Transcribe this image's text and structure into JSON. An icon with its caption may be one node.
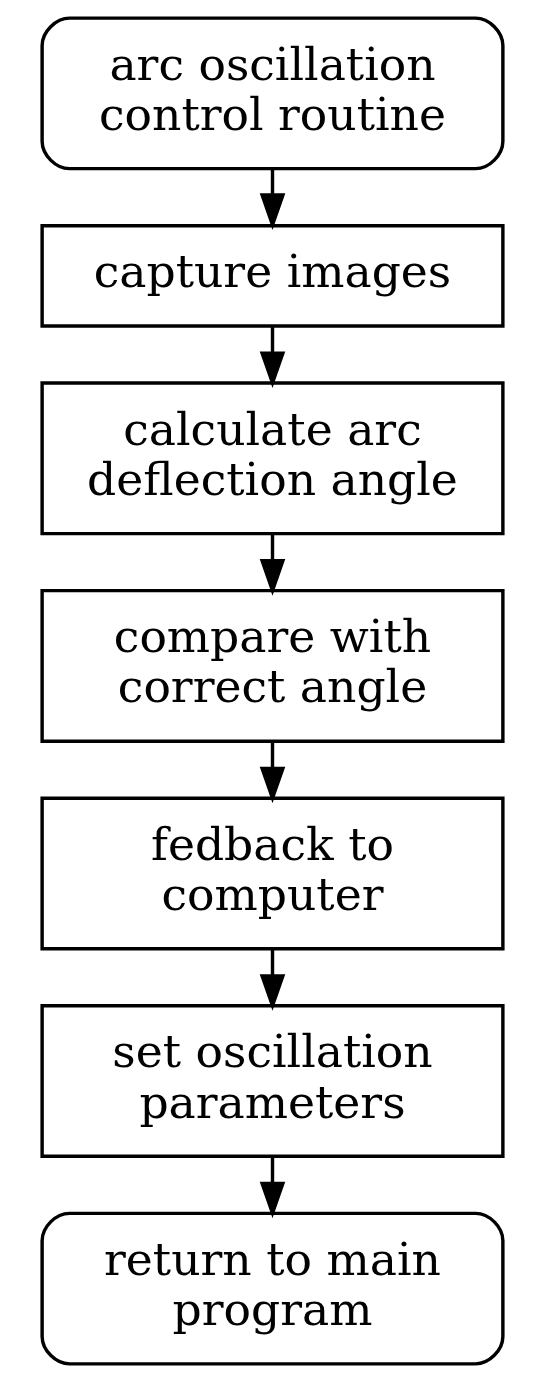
{
  "diagram": {
    "nodes": [
      {
        "text": [
          "arc oscillation control routine"
        ]
      },
      {
        "text": [
          "capture images"
        ]
      },
      {
        "text": [
          "calculate arc deflection angle"
        ]
      },
      {
        "text": [
          "compare with correct angle"
        ]
      },
      {
        "text": [
          "fedback to computer"
        ]
      },
      {
        "text": [
          "set oscillation parameters"
        ]
      },
      {
        "text": [
          "return to main program"
        ]
      }
    ],
    "edges": [
      {
        "from": 0,
        "to": 1,
        "arrow": "to"
      },
      {
        "from": 1,
        "to": 2,
        "arrow": "to"
      },
      {
        "from": 2,
        "to": 3,
        "arrow": "to"
      },
      {
        "from": 3,
        "to": 4,
        "arrow": "to"
      },
      {
        "from": 4,
        "to": 5,
        "arrow": "to"
      },
      {
        "from": 5,
        "to": 6,
        "arrow": "to"
      }
    ]
  }
}
